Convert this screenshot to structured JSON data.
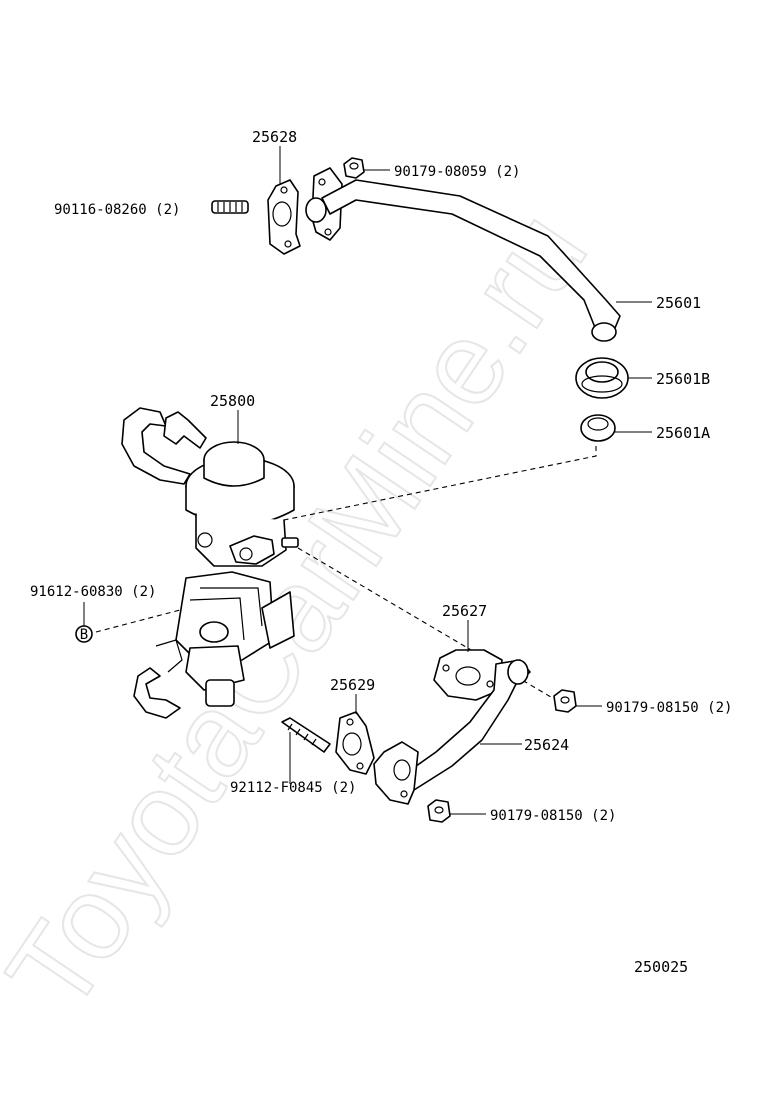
{
  "watermark": "ToyotaCarMine.ru",
  "diagram_code": "250025",
  "parts": {
    "gasket_upper": "25628",
    "stud_upper": "90116-08260 (2)",
    "nut_upper": "90179-08059 (2)",
    "pipe_upper": "25601",
    "seal_b": "25601B",
    "seal_a": "25601A",
    "egr_valve": "25800",
    "nut_side": "91612-60830 (2)",
    "gasket_lower_right": "25627",
    "gasket_lower_left": "25629",
    "nut_right": "90179-08150 (2)",
    "pipe_lower": "25624",
    "stud_lower": "92112-F0845 (2)",
    "nut_bottom": "90179-08150 (2)"
  },
  "icons": {
    "marker_letter": "B"
  }
}
